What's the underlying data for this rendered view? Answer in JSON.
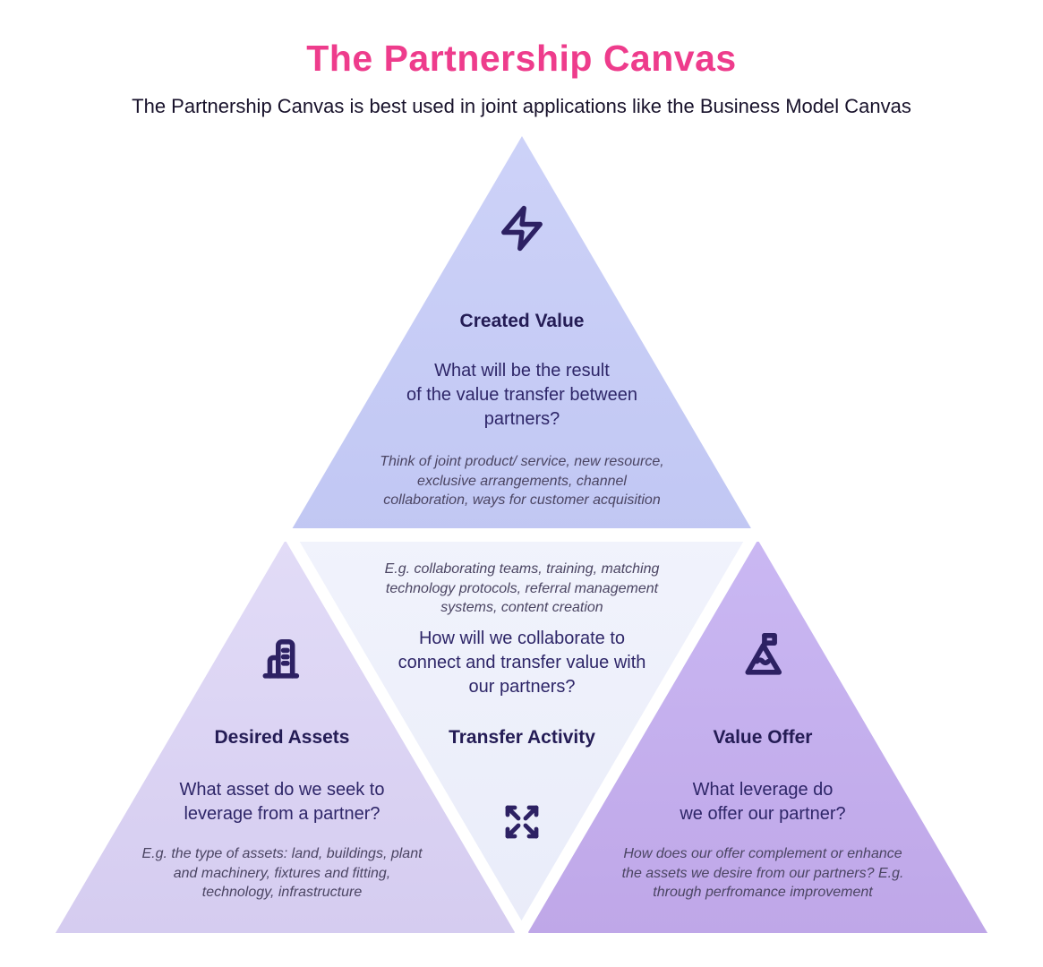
{
  "header": {
    "title": "The Partnership Canvas",
    "subtitle": "The Partnership Canvas is best used in joint applications like the Business Model Canvas"
  },
  "colors": {
    "title": "#ee3c8c",
    "subtitle_text": "#18122b",
    "heading_text": "#241c55",
    "question_text": "#2e2668",
    "example_text": "#4b4563",
    "icon_stroke": "#2d2163",
    "background": "#ffffff",
    "top_triangle": [
      "#cdd2f8",
      "#c1c7f3"
    ],
    "left_triangle": [
      "#e2dcf7",
      "#d5ccf0"
    ],
    "right_triangle": [
      "#cab8f3",
      "#bfa7e8"
    ],
    "center_triangle": [
      "#f1f3fc",
      "#e9ecf9"
    ]
  },
  "sections": {
    "created_value": {
      "icon": "lightning-bolt-icon",
      "heading": "Created Value",
      "question": "What will be the result\nof the value transfer between\npartners?",
      "example": "Think of joint product/ service, new resource,\nexclusive arrangements, channel\ncollaboration, ways for customer acquisition"
    },
    "desired_assets": {
      "icon": "buildings-icon",
      "heading": "Desired Assets",
      "question": "What asset do we seek to\nleverage from a partner?",
      "example": "E.g. the type of assets: land, buildings, plant\nand machinery, fixtures and fitting,\ntechnology, infrastructure"
    },
    "transfer_activity": {
      "icon": "expand-arrows-icon",
      "heading": "Transfer Activity",
      "question": "How will we collaborate to\nconnect and transfer value with\nour partners?",
      "example": "E.g. collaborating teams, training, matching\ntechnology protocols, referral management\nsystems, content creation"
    },
    "value_offer": {
      "icon": "mountain-flag-icon",
      "heading": "Value Offer",
      "question": "What leverage do\nwe offer our partner?",
      "example": "How does our offer complement or enhance\nthe assets we desire from our partners? E.g.\nthrough perfromance improvement"
    }
  }
}
